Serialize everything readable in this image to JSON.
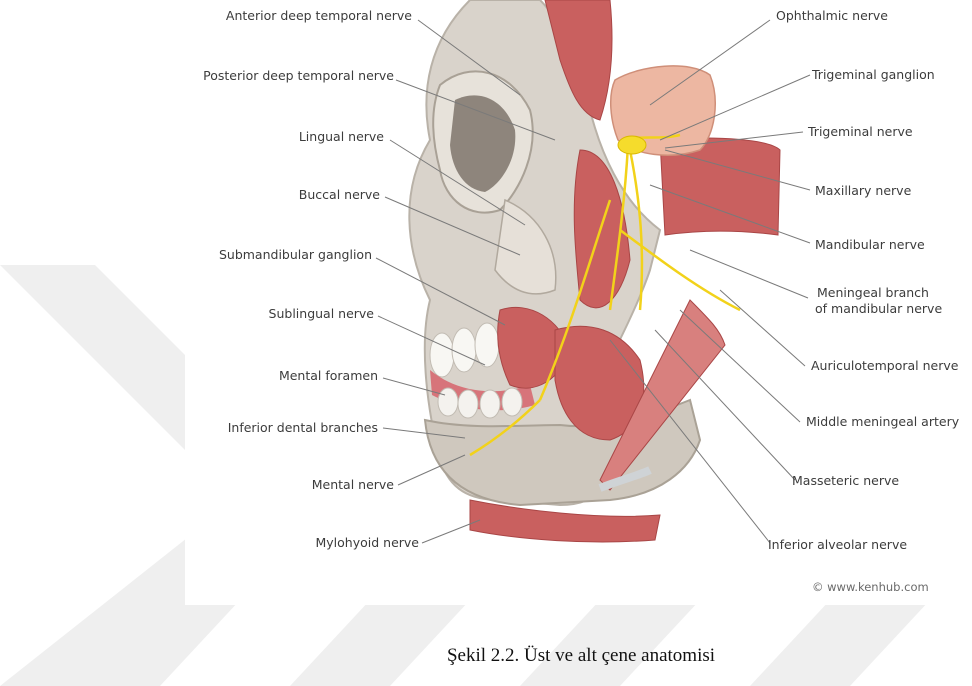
{
  "labels_left": [
    "Anterior deep temporal nerve",
    "Posterior deep temporal nerve",
    "Lingual nerve",
    "Buccal nerve",
    "Submandibular ganglion",
    "Sublingual nerve",
    "Mental foramen",
    "Inferior dental branches",
    "Mental nerve",
    "Mylohyoid nerve"
  ],
  "labels_right": [
    "Ophthalmic nerve",
    "Trigeminal ganglion",
    "Trigeminal nerve",
    "Maxillary nerve",
    "Mandibular nerve",
    "Meningeal branch",
    "of mandibular nerve",
    "Auriculotemporal nerve",
    "Middle meningeal artery",
    "Masseteric nerve",
    "Inferior alveolar nerve"
  ],
  "credit": "© www.kenhub.com",
  "caption": "Şekil 2.2. Üst ve alt çene anatomisi",
  "colors": {
    "bone": "#dcd7d0",
    "muscle": "#c9605f",
    "nerve": "#f2d21a",
    "watermark": "#ececec"
  }
}
